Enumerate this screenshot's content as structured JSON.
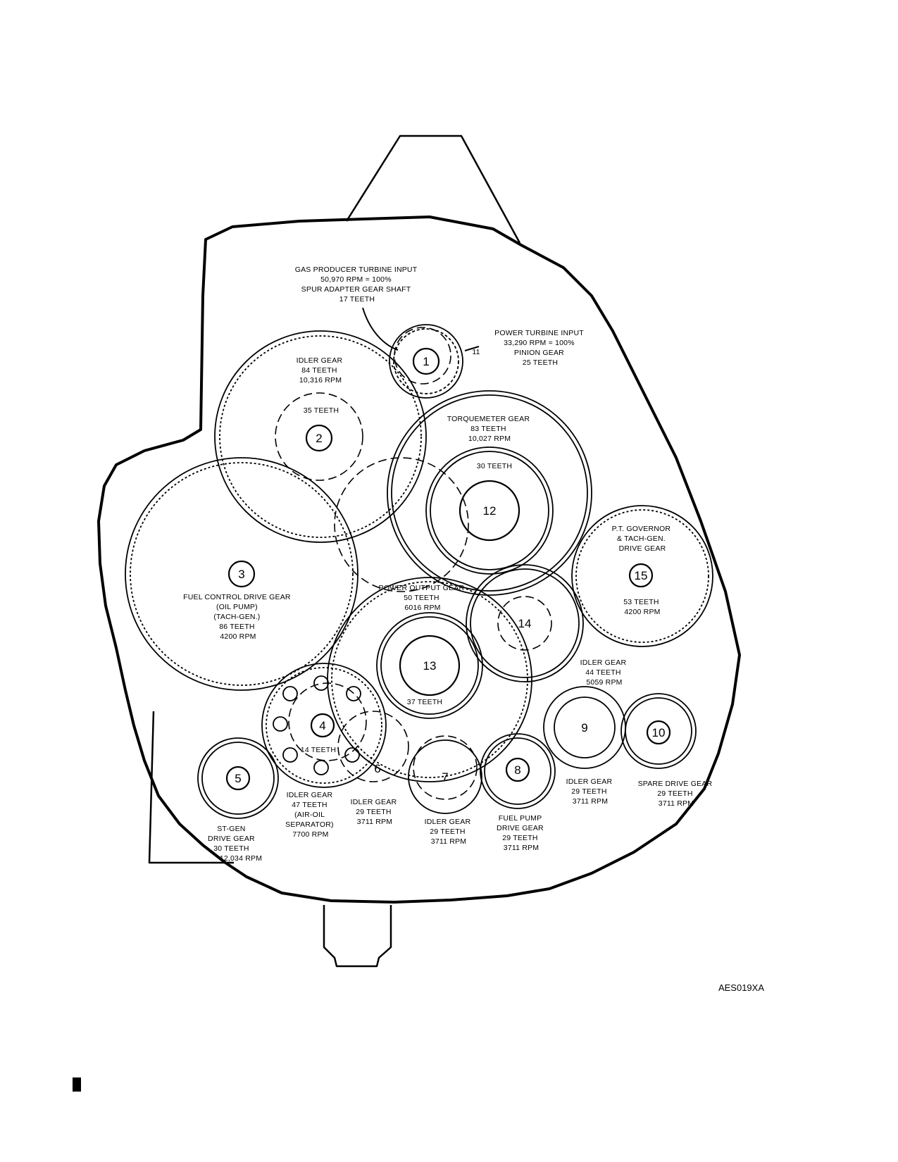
{
  "figure_id": "AES019XA",
  "labels": {
    "gas_producer": [
      "GAS PRODUCER TURBINE INPUT",
      "50,970 RPM = 100%",
      "SPUR ADAPTER GEAR SHAFT",
      "17 TEETH"
    ],
    "power_turbine": [
      "POWER TURBINE INPUT",
      "33,290 RPM = 100%",
      "PINION GEAR",
      "25 TEETH"
    ],
    "idler_84": [
      "IDLER GEAR",
      "84 TEETH",
      "10,316 RPM"
    ],
    "teeth_35": "35 TEETH",
    "torquemeter": [
      "TORQUEMETER GEAR",
      "83 TEETH",
      "10,027 RPM"
    ],
    "teeth_30": "30 TEETH",
    "pt_governor": [
      "P.T. GOVERNOR",
      "& TACH-GEN.",
      "DRIVE GEAR"
    ],
    "pt_governor_teeth": [
      "53 TEETH",
      "4200 RPM"
    ],
    "fuel_control": [
      "FUEL CONTROL DRIVE GEAR",
      "(OIL PUMP)",
      "(TACH-GEN.)",
      "86 TEETH",
      "4200 RPM"
    ],
    "power_output": [
      "POWER OUTPUT GEAR",
      "50 TEETH",
      "6016 RPM"
    ],
    "teeth_37": "37 TEETH",
    "idler_44": [
      "IDLER GEAR",
      "44 TEETH",
      "5059 RPM"
    ],
    "teeth_14": "14 TEETH",
    "st_gen": [
      "ST-GEN",
      "DRIVE GEAR",
      "30 TEETH",
      "12,034 RPM"
    ],
    "idler_47": [
      "IDLER GEAR",
      "47 TEETH",
      "(AIR-OIL",
      "SEPARATOR)",
      "7700 RPM"
    ],
    "idler_6": [
      "IDLER GEAR",
      "29 TEETH",
      "3711 RPM"
    ],
    "idler_7": [
      "IDLER GEAR",
      "29 TEETH",
      "3711 RPM"
    ],
    "fuel_pump": [
      "FUEL PUMP",
      "DRIVE GEAR",
      "29 TEETH",
      "3711 RPM"
    ],
    "idler_9": [
      "IDLER GEAR",
      "29 TEETH",
      "3711 RPM"
    ],
    "spare": [
      "SPARE DRIVE GEAR",
      "29 TEETH",
      "3711 RPM"
    ],
    "callout_11": "11"
  },
  "gear_numbers": {
    "g1": "1",
    "g2": "2",
    "g3": "3",
    "g4": "4",
    "g5": "5",
    "g6": "6",
    "g7": "7",
    "g8": "8",
    "g9": "9",
    "g10": "10",
    "g12": "12",
    "g13": "13",
    "g14": "14",
    "g15": "15"
  }
}
